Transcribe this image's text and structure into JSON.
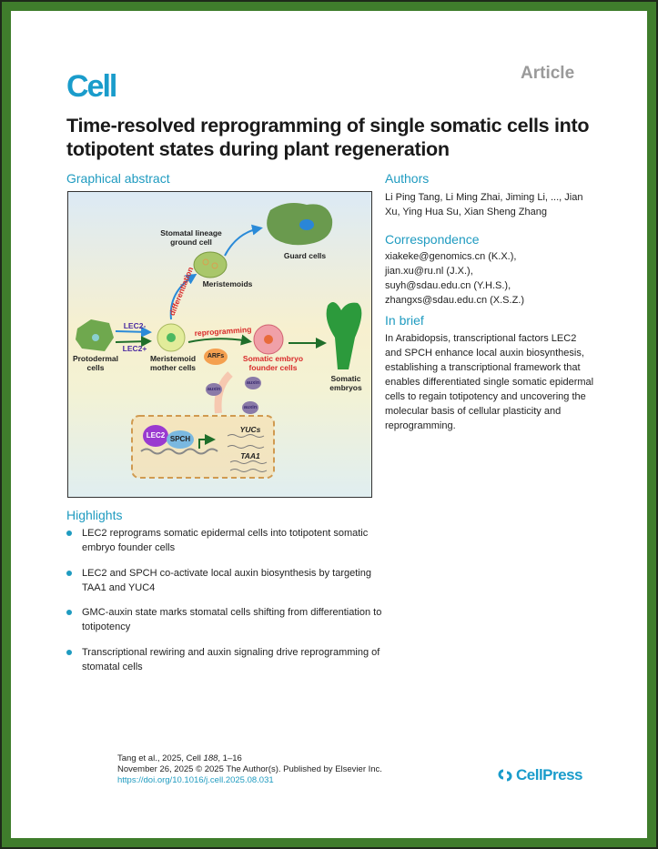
{
  "journal": "Cell",
  "article_type": "Article",
  "title": "Time-resolved reprogramming of single somatic cells into totipotent states during plant regeneration",
  "graphical_abstract": {
    "heading": "Graphical abstract",
    "labels": {
      "stomatal": "Stomatal lineage ground cell",
      "guard": "Guard cells",
      "meristemoids": "Meristemoids",
      "differentiation": "differentiation",
      "lec2_minus": "LEC2-",
      "lec2_plus": "LEC2+",
      "protodermal": "Protodermal cells",
      "mmc": "Meristemoid mother cells",
      "reprogramming": "reprogramming",
      "arfs": "ARFs",
      "founder": "Somatic embryo founder cells",
      "somatic_embryos": "Somatic embryos",
      "auxin": "auxin",
      "lec2": "LEC2",
      "spch": "SPCH",
      "yucs": "YUCs",
      "taa1": "TAA1"
    }
  },
  "authors": {
    "heading": "Authors",
    "text": "Li Ping Tang, Li Ming Zhai, Jiming Li, ..., Jian Xu, Ying Hua Su, Xian Sheng Zhang"
  },
  "correspondence": {
    "heading": "Correspondence",
    "lines": [
      "xiakeke@genomics.cn (K.X.),",
      "jian.xu@ru.nl (J.X.),",
      "suyh@sdau.edu.cn (Y.H.S.),",
      "zhangxs@sdau.edu.cn (X.S.Z.)"
    ]
  },
  "in_brief": {
    "heading": "In brief",
    "text": "In Arabidopsis, transcriptional factors LEC2 and SPCH enhance local auxin biosynthesis, establishing a transcriptional framework that enables differentiated single somatic epidermal cells to regain totipotency and uncovering the molecular basis of cellular plasticity and reprogramming."
  },
  "highlights": {
    "heading": "Highlights",
    "items": [
      "LEC2 reprograms somatic epidermal cells into totipotent somatic embryo founder cells",
      "LEC2 and SPCH co-activate local auxin biosynthesis by targeting TAA1 and YUC4",
      "GMC-auxin state marks stomatal cells shifting from differentiation to totipotency",
      "Transcriptional rewiring and auxin signaling drive reprogramming of stomatal cells"
    ]
  },
  "footer": {
    "citation_prefix": "Tang et al., 2025, Cell ",
    "volume": "188",
    "pages": ", 1–16",
    "date_line": "November 26, 2025 © 2025 The Author(s). Published by Elsevier Inc.",
    "doi": "https://doi.org/10.1016/j.cell.2025.08.031",
    "publisher": "CellPress"
  },
  "colors": {
    "accent": "#1f9bc0",
    "frame": "#3f7d2c"
  }
}
